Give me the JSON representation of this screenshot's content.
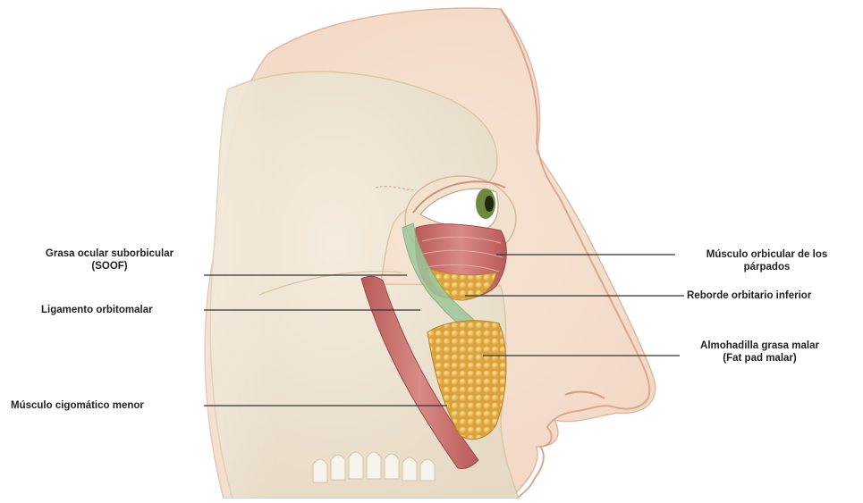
{
  "labels": {
    "soof": {
      "line1": "Grasa ocular suborbicular",
      "line2": "(SOOF)"
    },
    "ligamento": "Ligamento orbitomalar",
    "cigomatico": "Músculo cigomático menor",
    "orbicular": {
      "line1": "Músculo orbicular de los",
      "line2": "párpados"
    },
    "reborde": "Reborde orbitario inferior",
    "almohadilla": {
      "line1": "Almohadilla grasa malar",
      "line2": "(Fat pad malar)"
    }
  },
  "colors": {
    "skin": "#f3dcc9",
    "skin_outline": "#d9a892",
    "bone": "#efe7d6",
    "muscle": "#c96f6f",
    "fat": "#e8b94a",
    "ligament": "#9cc79b",
    "leader": "#333333"
  }
}
